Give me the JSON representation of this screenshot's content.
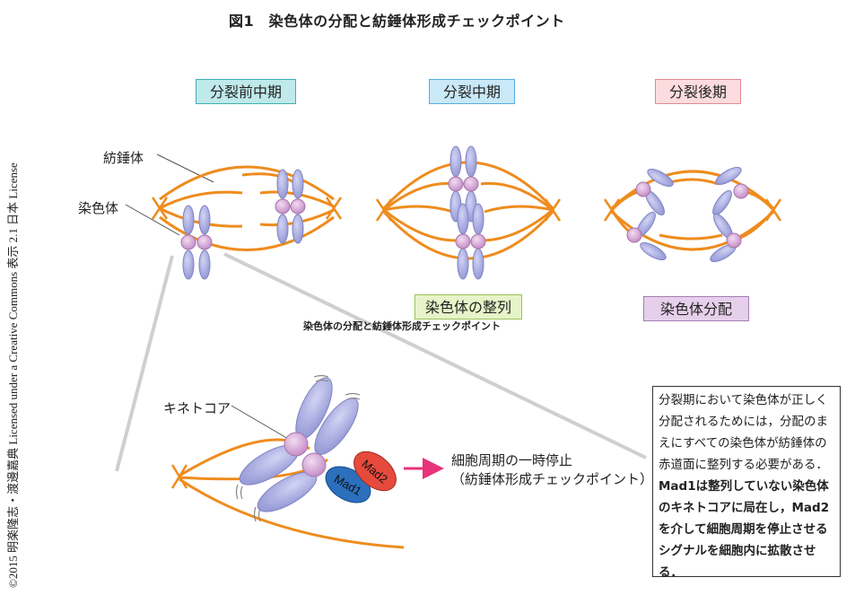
{
  "title": "図1　染色体の分配と紡錘体形成チェックポイント",
  "stages": {
    "prometaphase": "分裂前中期",
    "metaphase": "分裂中期",
    "anaphase": "分裂後期"
  },
  "labels": {
    "spindle": "紡錘体",
    "chromosome": "染色体",
    "kinetochore": "キネトコア",
    "alignment": "染色体の整列",
    "segregation": "染色体分配",
    "mad1": "Mad1",
    "mad2": "Mad2"
  },
  "caption": "染色体の分配と紡錘体形成チェックポイント",
  "arrest": {
    "line1": "細胞周期の一時停止",
    "line2": "（紡錘体形成チェックポイント）"
  },
  "description": {
    "plain": "分裂期において染色体が正しく分配されるためには，分配のまえにすべての染色体が紡錘体の赤道面に整列する必要がある．",
    "bold": "Mad1は整列していない染色体のキネトコアに局在し，Mad2を介して細胞周期を停止させるシグナルを細胞内に拡散させる．"
  },
  "copyright": "©2015 明楽隆志・渡邊嘉典 Licensed under a Creative Commons 表示 2.1 日本 License",
  "colors": {
    "spindle": "#ee8c1e",
    "chromatid": "#a6a9dd",
    "kinetochore": "#d9a8d8",
    "mad1": "#2b6fbd",
    "mad2": "#e64a3c",
    "arrow": "#e8327a"
  }
}
